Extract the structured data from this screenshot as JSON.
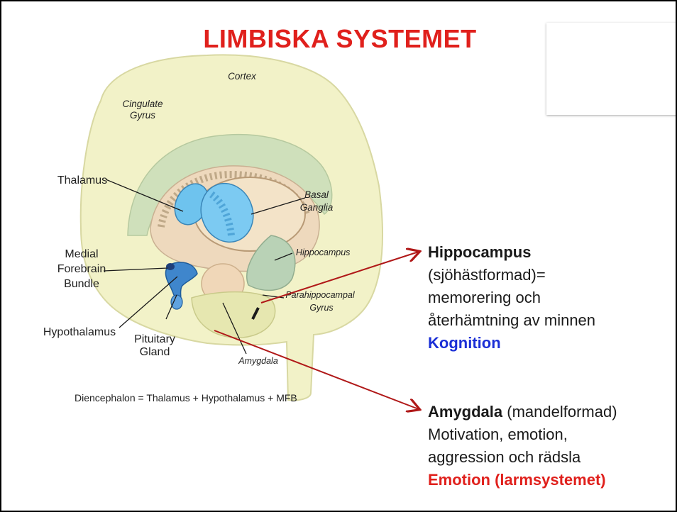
{
  "title": "LIMBISKA SYSTEMET",
  "labels": {
    "cortex": "Cortex",
    "cingulate_1": "Cingulate",
    "cingulate_2": "Gyrus",
    "thalamus": "Thalamus",
    "basal_1": "Basal",
    "basal_2": "Ganglia",
    "hippocampus": "Hippocampus",
    "medial_1": "Medial",
    "medial_2": "Forebrain",
    "medial_3": "Bundle",
    "parahippo_1": "Parahippocampal",
    "parahippo_2": "Gyrus",
    "hypothalamus": "Hypothalamus",
    "pituitary_1": "Pituitary",
    "pituitary_2": "Gland",
    "amygdala": "Amygdala"
  },
  "caption": "Diencephalon = Thalamus + Hypothalamus + MFB",
  "hippocampus_text": {
    "heading": "Hippocampus",
    "line1": "(sjöhästformad)=",
    "line2": "memorering och",
    "line3": "återhämtning av minnen",
    "tag": "Kognition"
  },
  "amygdala_text": {
    "heading": "Amygdala",
    "heading_rest": " (mandelformad)",
    "line1": "Motivation, emotion,",
    "line2": "aggression och rädsla",
    "tag": "Emotion (larmsystemet)"
  },
  "colors": {
    "title": "#e0201c",
    "arrow": "#b01818",
    "kognition": "#1b2fd6",
    "emotion": "#e0201c"
  }
}
